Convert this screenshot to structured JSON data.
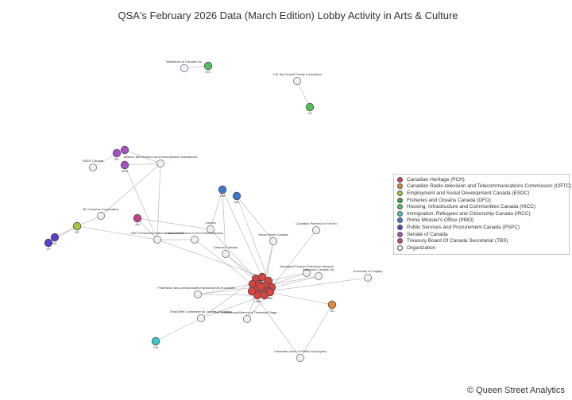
{
  "title": "QSA's February 2026 Data (March Edition) Lobby Activity in Arts & Culture",
  "credit": "© Queen Street Analytics",
  "legend": [
    {
      "label": "Canadian Heritage (PCH)",
      "color": "#d64541"
    },
    {
      "label": "Canadian Radio-television and Telecommunications Commission (CRTC)",
      "color": "#e08a3a"
    },
    {
      "label": "Employment and Social Development Canada (ESDC)",
      "color": "#a5c73a"
    },
    {
      "label": "Fisheries and Oceans Canada (DFO)",
      "color": "#3aa84a"
    },
    {
      "label": "Housing, Infrastructure and Communities Canada (HICC)",
      "color": "#4fc35a"
    },
    {
      "label": "Immigration, Refugees and Citizenship Canada (IRCC)",
      "color": "#3ec7c7"
    },
    {
      "label": "Prime Minister's Office (PMO)",
      "color": "#3a78d0"
    },
    {
      "label": "Public Services and Procurement Canada (PSPC)",
      "color": "#5a3ec8"
    },
    {
      "label": "Senate of Canada",
      "color": "#a64fc7"
    },
    {
      "label": "Treasury Board Of Canada Secretariat (TBS)",
      "color": "#c7418a"
    },
    {
      "label": "Organization",
      "color": "#f0f0f0"
    }
  ],
  "nodes": [
    {
      "id": "o1",
      "label": "Maelstrom of Canada Inc.",
      "group": "Organization"
    },
    {
      "id": "h1",
      "label": "HIC",
      "group": "HICC"
    },
    {
      "id": "o2",
      "label": "J.W. McConnell Family Foundation",
      "group": "Organization"
    },
    {
      "id": "j1",
      "label": "JG",
      "group": "HICC"
    },
    {
      "id": "o3",
      "label": "RDEE Canada",
      "group": "Organization"
    },
    {
      "id": "s1",
      "label": "BC",
      "group": "Senate"
    },
    {
      "id": "s2",
      "label": "",
      "group": "Senate"
    },
    {
      "id": "s3",
      "label": "DEO",
      "group": "Senate"
    },
    {
      "id": "o4",
      "label": "Alliance des femmes de la francophonie canadienne",
      "group": "Organization"
    },
    {
      "id": "o5",
      "label": "BC Libraries Cooperative",
      "group": "Organization"
    },
    {
      "id": "e1",
      "label": "KP",
      "group": "ESDC"
    },
    {
      "id": "p1",
      "label": "SC",
      "group": "PSPC"
    },
    {
      "id": "p2",
      "label": "LP",
      "group": "PSPC"
    },
    {
      "id": "t1",
      "label": "AH",
      "group": "TBS"
    },
    {
      "id": "m1",
      "label": "SM",
      "group": "PMO"
    },
    {
      "id": "m2",
      "label": "MS",
      "group": "PMO"
    },
    {
      "id": "o6",
      "label": "Cogeco",
      "group": "Organization"
    },
    {
      "id": "o7",
      "label": "CBC Pensioners National Association",
      "group": "Organization"
    },
    {
      "id": "o8",
      "label": "Canadian Alliance to End Homelessness",
      "group": "Organization"
    },
    {
      "id": "o9",
      "label": "Amazon Canada",
      "group": "Organization"
    },
    {
      "id": "o10",
      "label": "News Media Canada",
      "group": "Organization"
    },
    {
      "id": "o11",
      "label": "Canadian Parents for French",
      "group": "Organization"
    },
    {
      "id": "o12",
      "label": "Aboriginal Peoples Television Network",
      "group": "Organization"
    },
    {
      "id": "o13",
      "label": "Facebook Canada Ltd.",
      "group": "Organization"
    },
    {
      "id": "o14",
      "label": "University of Calgary",
      "group": "Organization"
    },
    {
      "id": "o15",
      "label": "Fédération des communautés francophones et acadien...",
      "group": "Organization"
    },
    {
      "id": "o16",
      "label": "B'nai Brith Committee for Justice in Canada",
      "group": "Organization"
    },
    {
      "id": "o17",
      "label": "The Professional Alliance of Theatrical Stage ...",
      "group": "Organization"
    },
    {
      "id": "c1",
      "label": "SS",
      "group": "CRTC"
    },
    {
      "id": "i1",
      "label": "CM",
      "group": "IRCC"
    },
    {
      "id": "o18",
      "label": "Canadian Union of Public Employees",
      "group": "Organization"
    },
    {
      "id": "k1",
      "label": "",
      "group": "PCH"
    },
    {
      "id": "k2",
      "label": "",
      "group": "PCH"
    },
    {
      "id": "k3",
      "label": "",
      "group": "PCH"
    },
    {
      "id": "k4",
      "label": "",
      "group": "PCH"
    },
    {
      "id": "k5",
      "label": "",
      "group": "PCH"
    },
    {
      "id": "k6",
      "label": "",
      "group": "PCH"
    },
    {
      "id": "k7",
      "label": "",
      "group": "PCH"
    },
    {
      "id": "k8",
      "label": "",
      "group": "PCH"
    },
    {
      "id": "k9",
      "label": "",
      "group": "PCH"
    },
    {
      "id": "k10",
      "label": "",
      "group": "PCH"
    },
    {
      "id": "k11",
      "label": "LMB",
      "group": "PCH"
    },
    {
      "id": "k12",
      "label": "",
      "group": "PCH"
    },
    {
      "id": "k13",
      "label": "BW",
      "group": "PCH"
    },
    {
      "id": "k14",
      "label": "",
      "group": "PCH"
    },
    {
      "id": "k15",
      "label": "",
      "group": "PCH"
    }
  ],
  "edges": [
    [
      "o1",
      "h1"
    ],
    [
      "o2",
      "j1"
    ],
    [
      "o3",
      "s1"
    ],
    [
      "s1",
      "s2"
    ],
    [
      "s2",
      "o4"
    ],
    [
      "s3",
      "o4"
    ],
    [
      "o4",
      "o5"
    ],
    [
      "o4",
      "o7"
    ],
    [
      "s3",
      "o7"
    ],
    [
      "e1",
      "o5"
    ],
    [
      "e1",
      "p1"
    ],
    [
      "e1",
      "p2"
    ],
    [
      "e1",
      "o7"
    ],
    [
      "t1",
      "o7"
    ],
    [
      "t1",
      "o6"
    ],
    [
      "m1",
      "o6"
    ],
    [
      "m1",
      "o9"
    ],
    [
      "m2",
      "o10"
    ],
    [
      "m2",
      "k3"
    ],
    [
      "o6",
      "k1"
    ],
    [
      "o7",
      "k2"
    ],
    [
      "o8",
      "k4"
    ],
    [
      "o9",
      "k5"
    ],
    [
      "o10",
      "k6"
    ],
    [
      "o11",
      "k7"
    ],
    [
      "o12",
      "k8"
    ],
    [
      "o13",
      "k9"
    ],
    [
      "o14",
      "k10"
    ],
    [
      "o15",
      "k11"
    ],
    [
      "o16",
      "k12"
    ],
    [
      "o17",
      "k13"
    ],
    [
      "o18",
      "k14"
    ],
    [
      "c1",
      "k8"
    ],
    [
      "c1",
      "o18"
    ],
    [
      "i1",
      "o16"
    ],
    [
      "o15",
      "k15"
    ],
    [
      "o16",
      "k1"
    ],
    [
      "o17",
      "k5"
    ],
    [
      "o8",
      "o7"
    ],
    [
      "o9",
      "k6"
    ],
    [
      "m1",
      "k2"
    ],
    [
      "o10",
      "k9"
    ],
    [
      "o12",
      "k4"
    ],
    [
      "o13",
      "k15"
    ],
    [
      "o15",
      "k3"
    ]
  ]
}
